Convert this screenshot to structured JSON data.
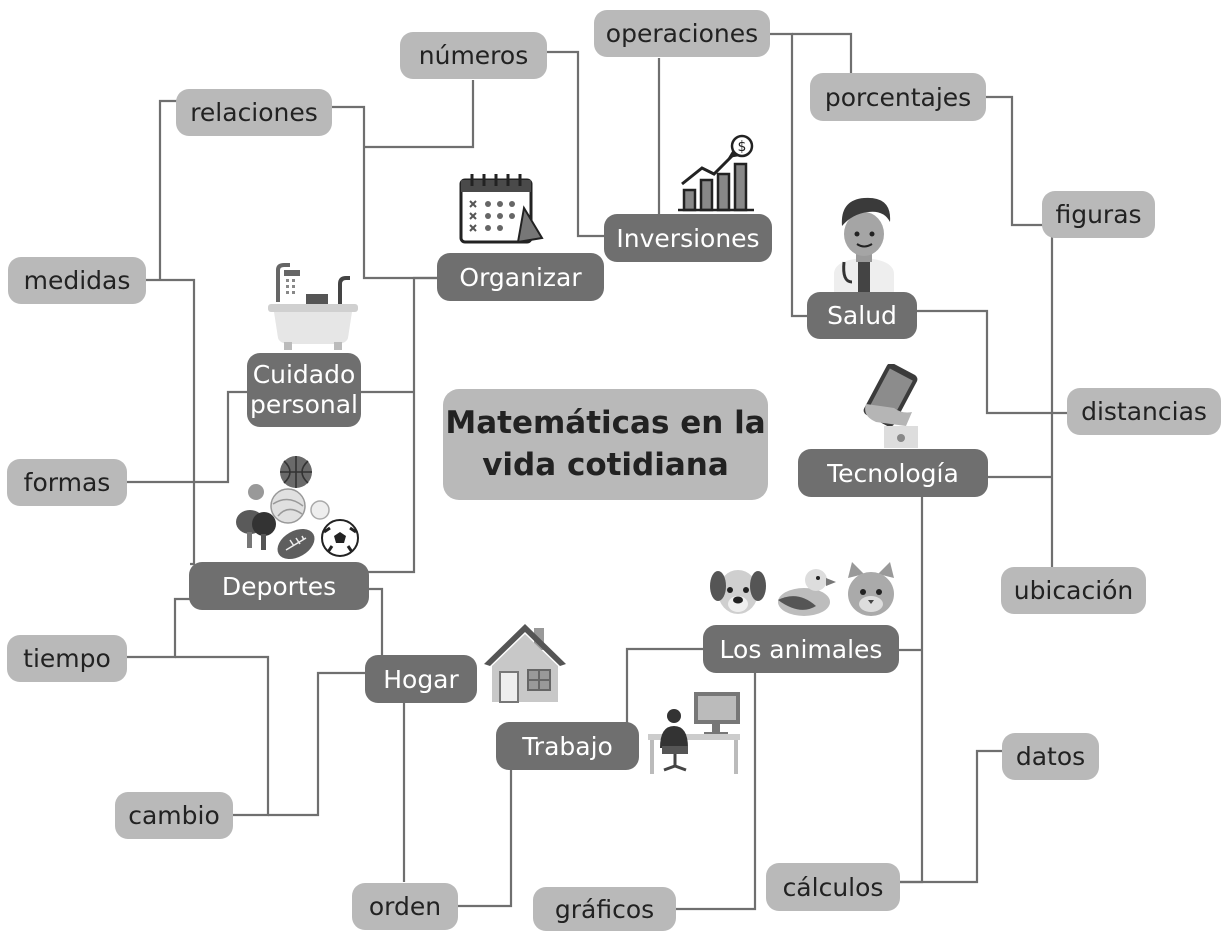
{
  "center": {
    "line1": "Matemáticas en la",
    "line2": "vida cotidiana"
  },
  "hubs": {
    "organizar": "Organizar",
    "inversiones": "Inversiones",
    "salud": "Salud",
    "cuidado_line1": "Cuidado",
    "cuidado_line2": "personal",
    "tecnologia": "Tecnología",
    "deportes": "Deportes",
    "hogar": "Hogar",
    "animales": "Los animales",
    "trabajo": "Trabajo"
  },
  "leaves": {
    "numeros": "números",
    "operaciones": "operaciones",
    "relaciones": "relaciones",
    "porcentajes": "porcentajes",
    "figuras": "figuras",
    "medidas": "medidas",
    "distancias": "distancias",
    "formas": "formas",
    "ubicacion": "ubicación",
    "tiempo": "tiempo",
    "datos": "datos",
    "cambio": "cambio",
    "calculos": "cálculos",
    "orden": "orden",
    "graficos": "gráficos"
  },
  "colors": {
    "hub": "#6f6f6f",
    "leaf": "#b9b9b9",
    "connector": "#6f6f6f"
  },
  "icons": [
    "calendar-icon",
    "growth-chart-icon",
    "doctor-icon",
    "bathtub-icon",
    "smartphone-icon",
    "sports-balls-icon",
    "house-icon",
    "animals-icon",
    "office-worker-icon"
  ]
}
